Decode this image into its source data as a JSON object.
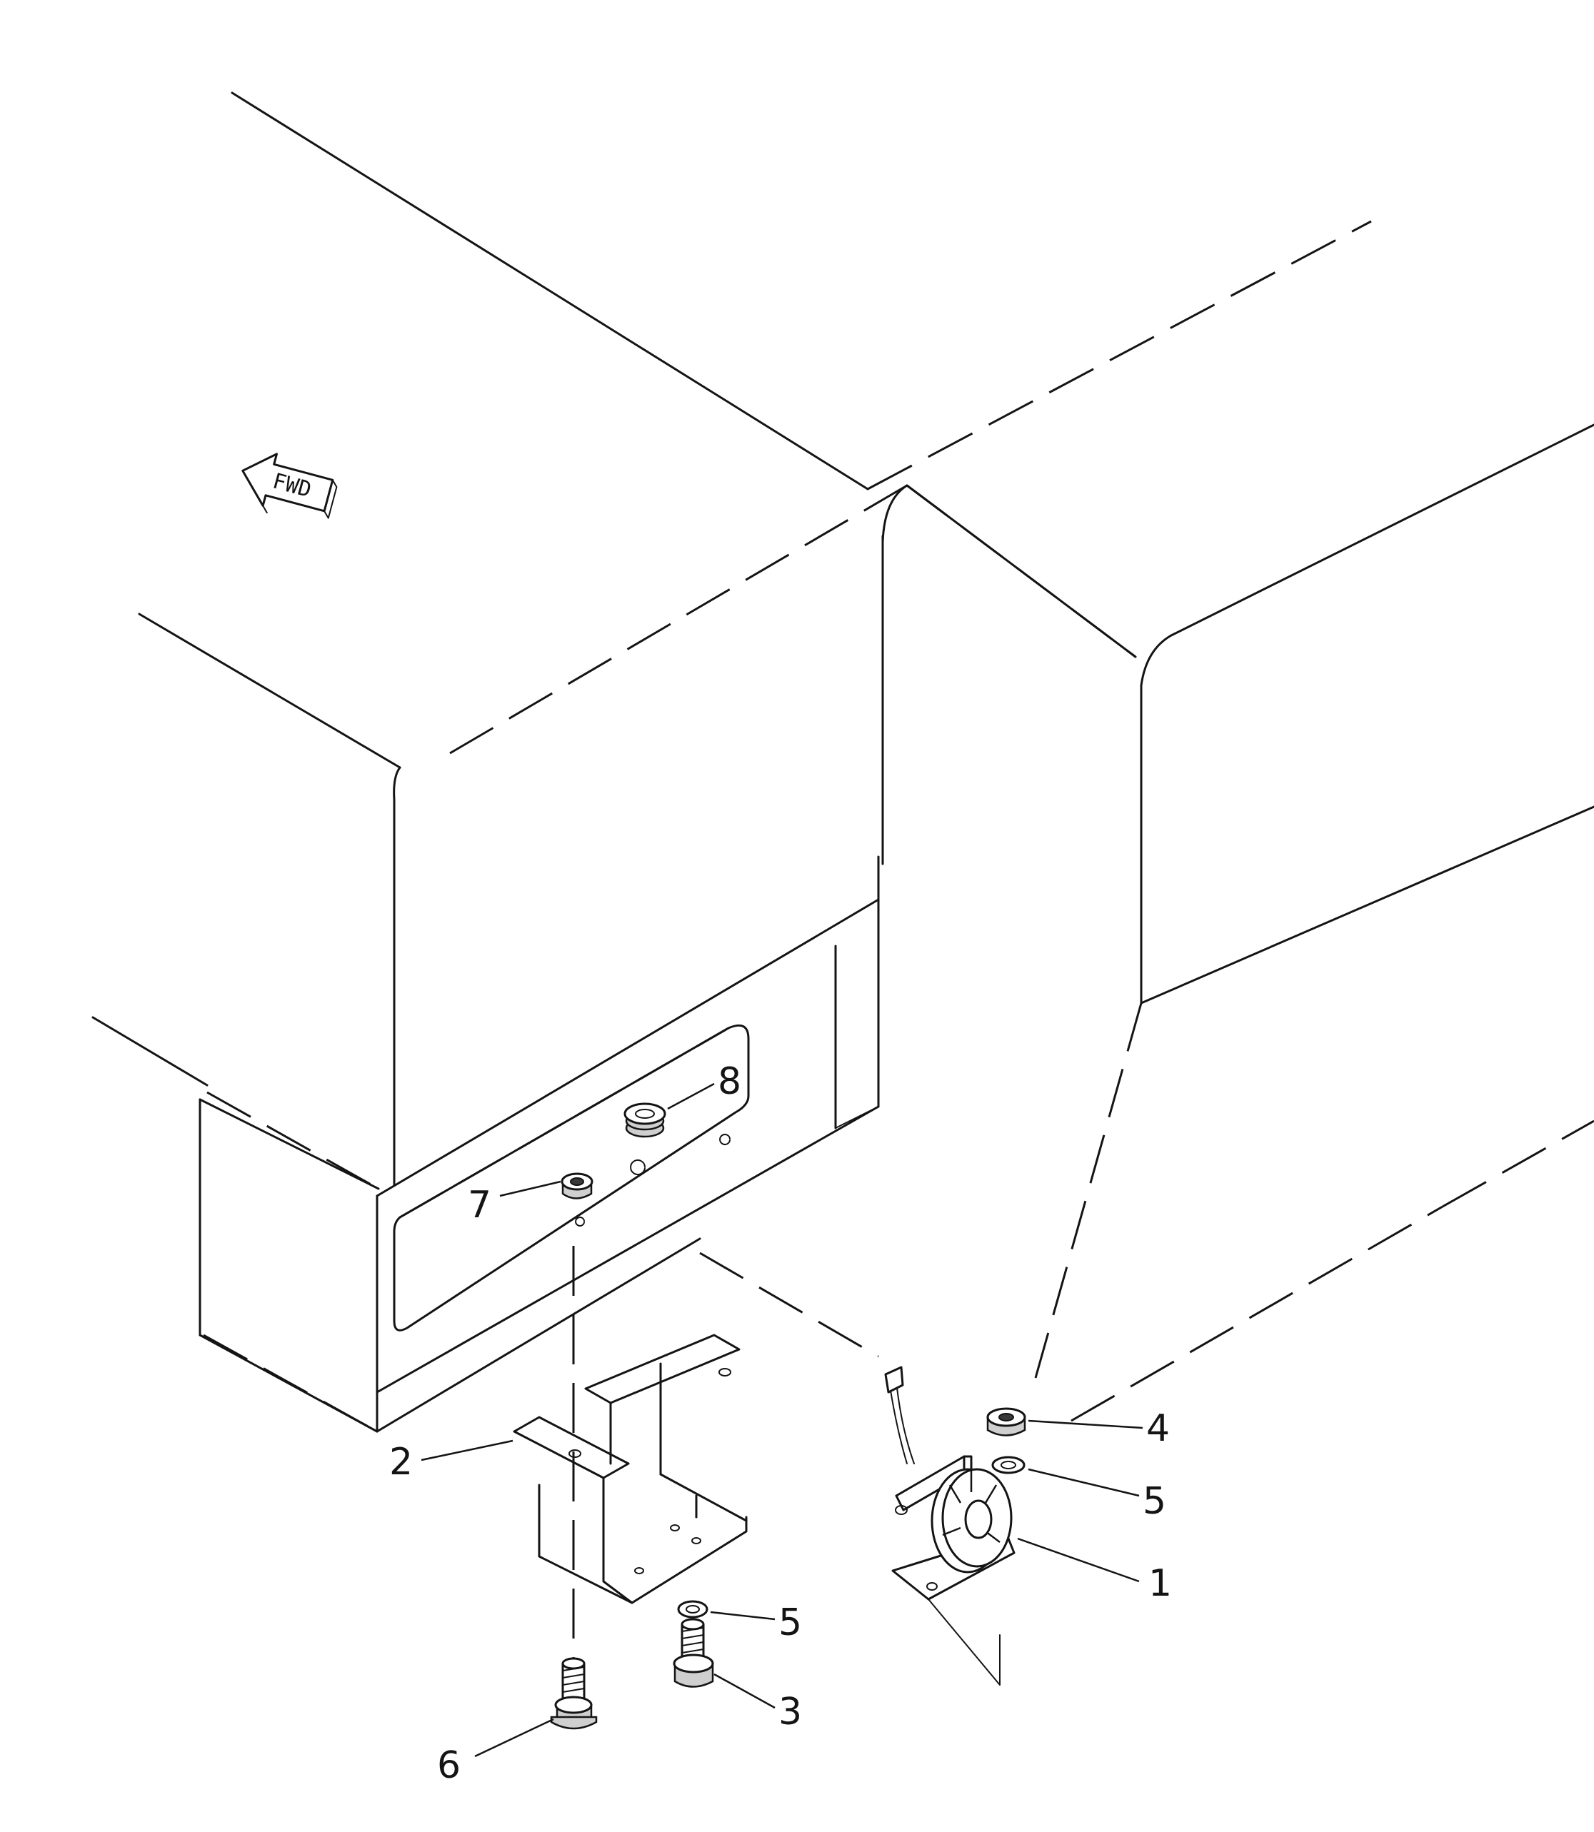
{
  "diagram": {
    "direction_label": "FWD",
    "callouts": [
      {
        "id": "c1",
        "label": "1"
      },
      {
        "id": "c2",
        "label": "2"
      },
      {
        "id": "c3",
        "label": "3"
      },
      {
        "id": "c4",
        "label": "4"
      },
      {
        "id": "c5a",
        "label": "5"
      },
      {
        "id": "c5b",
        "label": "5"
      },
      {
        "id": "c6",
        "label": "6"
      },
      {
        "id": "c7",
        "label": "7"
      },
      {
        "id": "c8",
        "label": "8"
      }
    ]
  }
}
